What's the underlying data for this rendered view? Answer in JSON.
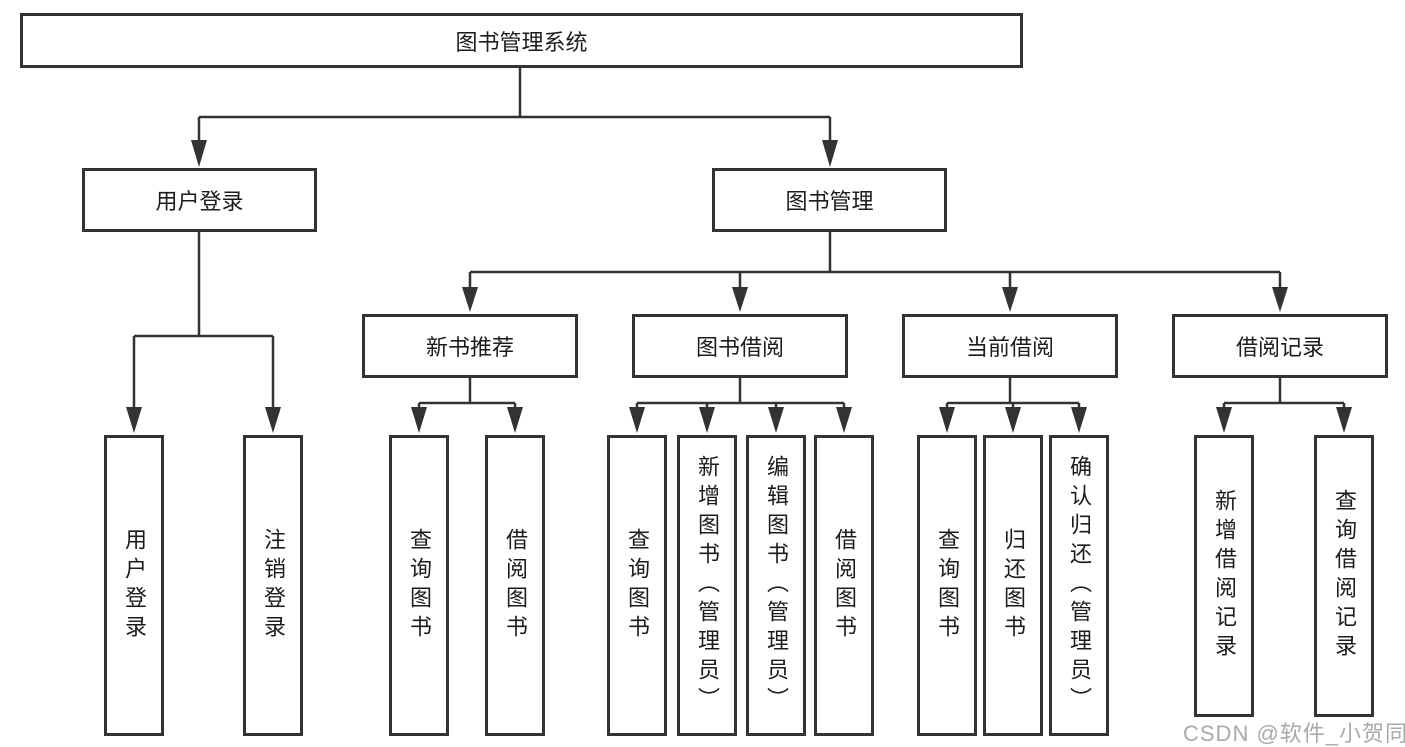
{
  "diagram": {
    "title": "图书管理系统",
    "branches": [
      {
        "label": "用户登录",
        "children": [
          {
            "label": "用户登录"
          },
          {
            "label": "注销登录"
          }
        ]
      },
      {
        "label": "图书管理",
        "children": [
          {
            "label": "新书推荐",
            "children": [
              {
                "label": "查询图书"
              },
              {
                "label": "借阅图书"
              }
            ]
          },
          {
            "label": "图书借阅",
            "children": [
              {
                "label": "查询图书"
              },
              {
                "label": "新增图书（管理员）"
              },
              {
                "label": "编辑图书（管理员）"
              },
              {
                "label": "借阅图书"
              }
            ]
          },
          {
            "label": "当前借阅",
            "children": [
              {
                "label": "查询图书"
              },
              {
                "label": "归还图书"
              },
              {
                "label": "确认归还（管理员）"
              }
            ]
          },
          {
            "label": "借阅记录",
            "children": [
              {
                "label": "新增借阅记录"
              },
              {
                "label": "查询借阅记录"
              }
            ]
          }
        ]
      }
    ]
  },
  "watermark": {
    "text": "CSDN @软件_小贺同学"
  },
  "colors": {
    "line": "#333333",
    "border": "#333333",
    "text": "#1c1c1c",
    "background": "#ffffff",
    "watermark": "#a9a9ae"
  }
}
